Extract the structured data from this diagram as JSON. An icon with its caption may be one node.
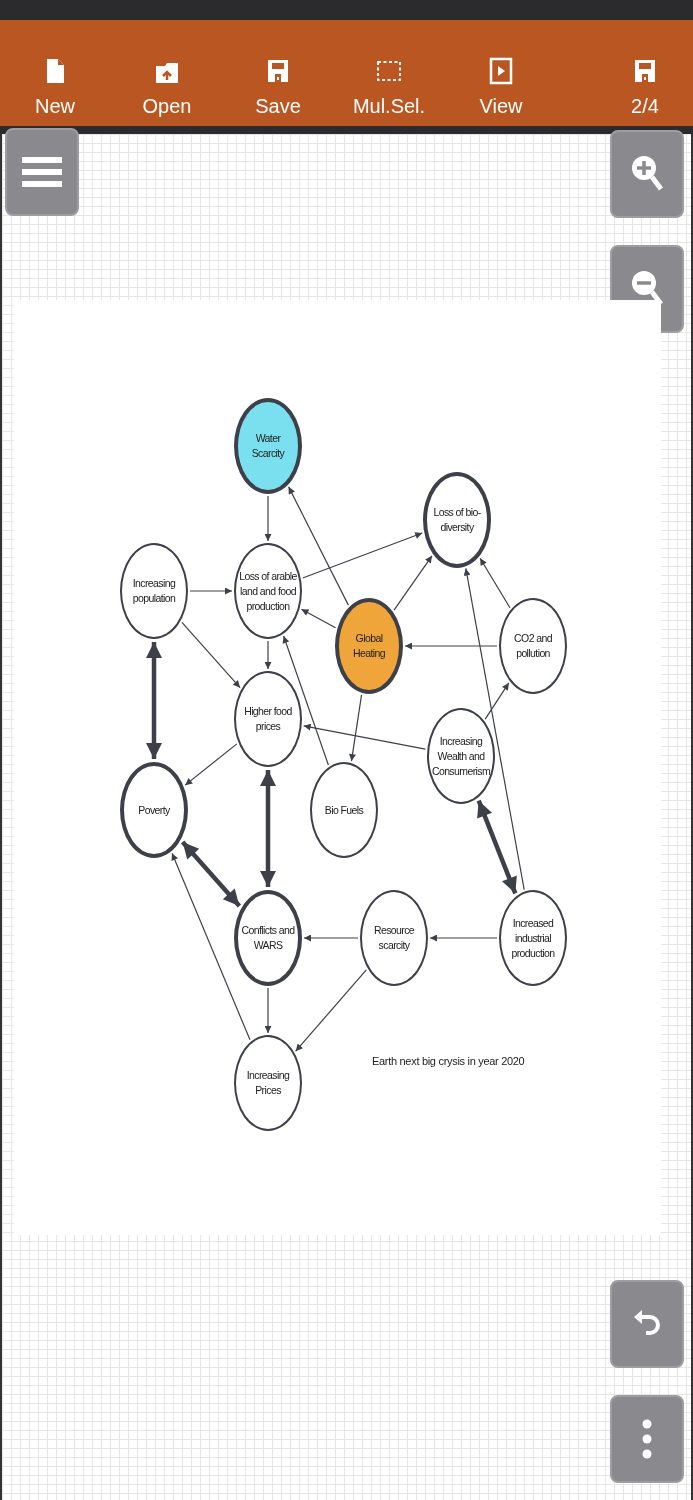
{
  "diagram": {
    "nodes": [
      {
        "text": [
          "Water Scarcity"
        ]
      },
      {
        "text": [
          "Loss of bio-diversity"
        ]
      },
      {
        "text": [
          "Increasing population"
        ]
      },
      {
        "text": [
          "Loss of arable land and food production"
        ]
      },
      {
        "text": [
          "Global Heating"
        ]
      },
      {
        "text": [
          "CO2 and pollution"
        ]
      },
      {
        "text": [
          "Higher food prices"
        ]
      },
      {
        "text": [
          "Increasing Wealth and Consumerism"
        ]
      },
      {
        "text": [
          "Poverty"
        ]
      },
      {
        "text": [
          "Bio Fuels"
        ]
      },
      {
        "text": [
          "Conflicts and WARS"
        ]
      },
      {
        "text": [
          "Resource scarcity"
        ]
      },
      {
        "text": [
          "Increased industrial production"
        ]
      },
      {
        "text": [
          "Increasing Prices"
        ]
      }
    ],
    "edges": [
      {
        "from": 0,
        "to": 3,
        "arrow": "to"
      },
      {
        "from": 4,
        "to": 0,
        "arrow": "to"
      },
      {
        "from": 3,
        "to": 1,
        "arrow": "to"
      },
      {
        "from": 4,
        "to": 3,
        "arrow": "to"
      },
      {
        "from": 4,
        "to": 1,
        "arrow": "to"
      },
      {
        "from": 5,
        "to": 1,
        "arrow": "to"
      },
      {
        "from": 5,
        "to": 4,
        "arrow": "to"
      },
      {
        "from": 12,
        "to": 1,
        "arrow": "to"
      },
      {
        "from": 2,
        "to": 3,
        "arrow": "to"
      },
      {
        "from": 2,
        "to": 6,
        "arrow": "to"
      },
      {
        "from": 3,
        "to": 6,
        "arrow": "to"
      },
      {
        "from": 9,
        "to": 3,
        "arrow": "to"
      },
      {
        "from": 4,
        "to": 9,
        "arrow": "to"
      },
      {
        "from": 7,
        "to": 6,
        "arrow": "to"
      },
      {
        "from": 7,
        "to": 5,
        "arrow": "to"
      },
      {
        "from": 6,
        "to": 8,
        "arrow": "to"
      },
      {
        "from": 2,
        "to": 8,
        "arrow": "both",
        "style": "thick"
      },
      {
        "from": 6,
        "to": 10,
        "arrow": "both",
        "style": "thick"
      },
      {
        "from": 8,
        "to": 10,
        "arrow": "both",
        "style": "thick"
      },
      {
        "from": 7,
        "to": 12,
        "arrow": "both",
        "style": "thick"
      },
      {
        "from": 11,
        "to": 10,
        "arrow": "to"
      },
      {
        "from": 12,
        "to": 11,
        "arrow": "to"
      },
      {
        "from": 10,
        "to": 13,
        "arrow": "to"
      },
      {
        "from": 11,
        "to": 13,
        "arrow": "to"
      },
      {
        "from": 13,
        "to": 8,
        "arrow": "to"
      }
    ],
    "labels": [
      "New",
      "Open",
      "Save",
      "Mul.Sel.",
      "View",
      "2/4",
      "Earth next big crysis in year 2020"
    ]
  }
}
